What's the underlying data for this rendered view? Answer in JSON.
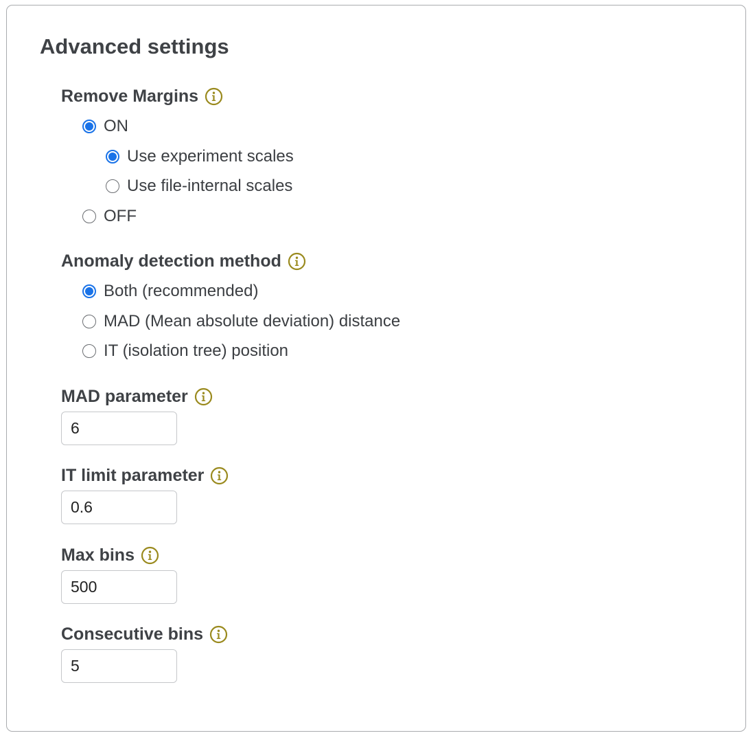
{
  "panel": {
    "title": "Advanced settings"
  },
  "remove_margins": {
    "label": "Remove Margins",
    "options": [
      {
        "label": "ON",
        "checked": true
      },
      {
        "label": "Use experiment scales",
        "checked": true
      },
      {
        "label": "Use file-internal scales",
        "checked": false
      },
      {
        "label": "OFF",
        "checked": false
      }
    ]
  },
  "anomaly_detection": {
    "label": "Anomaly detection method",
    "options": [
      {
        "label": "Both (recommended)",
        "checked": true
      },
      {
        "label": "MAD (Mean absolute deviation) distance",
        "checked": false
      },
      {
        "label": "IT (isolation tree) position",
        "checked": false
      }
    ]
  },
  "mad_parameter": {
    "label": "MAD parameter",
    "value": "6"
  },
  "it_limit_parameter": {
    "label": "IT limit parameter",
    "value": "0.6"
  },
  "max_bins": {
    "label": "Max bins",
    "value": "500"
  },
  "consecutive_bins": {
    "label": "Consecutive bins",
    "value": "5"
  },
  "colors": {
    "info_icon": "#9a8a1e",
    "radio_checked": "#1a73e8"
  },
  "icons": {
    "info": "info-icon"
  }
}
